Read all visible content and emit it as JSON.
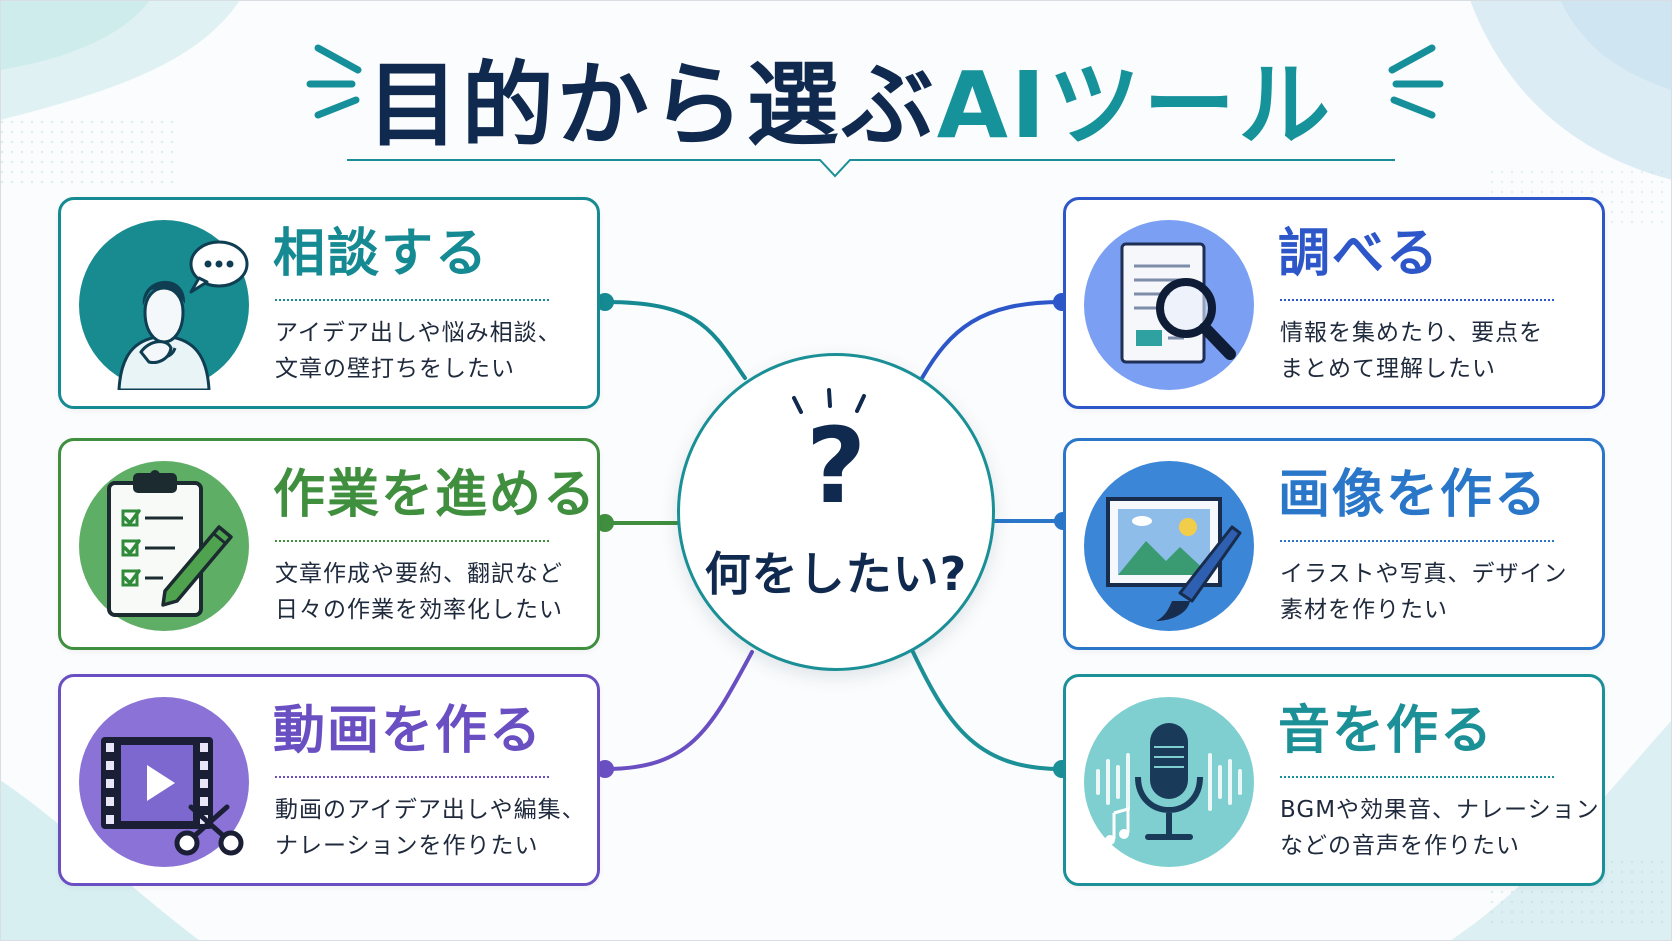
{
  "title": {
    "part1": "目的から選ぶ",
    "part2": "AIツール"
  },
  "center": {
    "symbol": "?",
    "label": "何をしたい?"
  },
  "cards": [
    {
      "id": "consult",
      "heading": "相談する",
      "desc": [
        "アイデア出しや悩み相談、",
        "文章の壁打ちをしたい"
      ],
      "color": "#168a92"
    },
    {
      "id": "research",
      "heading": "調べる",
      "desc": [
        "情報を集めたり、要点を",
        "まとめて理解したい"
      ],
      "color": "#2d57c9"
    },
    {
      "id": "work",
      "heading": "作業を進める",
      "desc": [
        "文章作成や要約、翻訳など",
        "日々の作業を効率化したい"
      ],
      "color": "#3f8f3f"
    },
    {
      "id": "image",
      "heading": "画像を作る",
      "desc": [
        "イラストや写真、デザイン",
        "素材を作りたい"
      ],
      "color": "#2a76c9"
    },
    {
      "id": "video",
      "heading": "動画を作る",
      "desc": [
        "動画のアイデア出しや編集、",
        "ナレーションを作りたい"
      ],
      "color": "#6a4fc3"
    },
    {
      "id": "audio",
      "heading": "音を作る",
      "desc": [
        "BGMや効果音、ナレーション",
        "などの音声を作りたい"
      ],
      "color": "#1c9097"
    }
  ],
  "colors": {
    "navy": "#10294f",
    "teal": "#16929a",
    "blue": "#2d57c9",
    "green": "#3f8f3f",
    "sky": "#2a76c9",
    "purple": "#6a4fc3",
    "aqua": "#1c9097"
  },
  "icons": {
    "consult": "person-thinking-icon",
    "research": "document-magnifier-icon",
    "work": "clipboard-checklist-icon",
    "image": "picture-brush-icon",
    "video": "film-scissors-icon",
    "audio": "microphone-icon"
  }
}
